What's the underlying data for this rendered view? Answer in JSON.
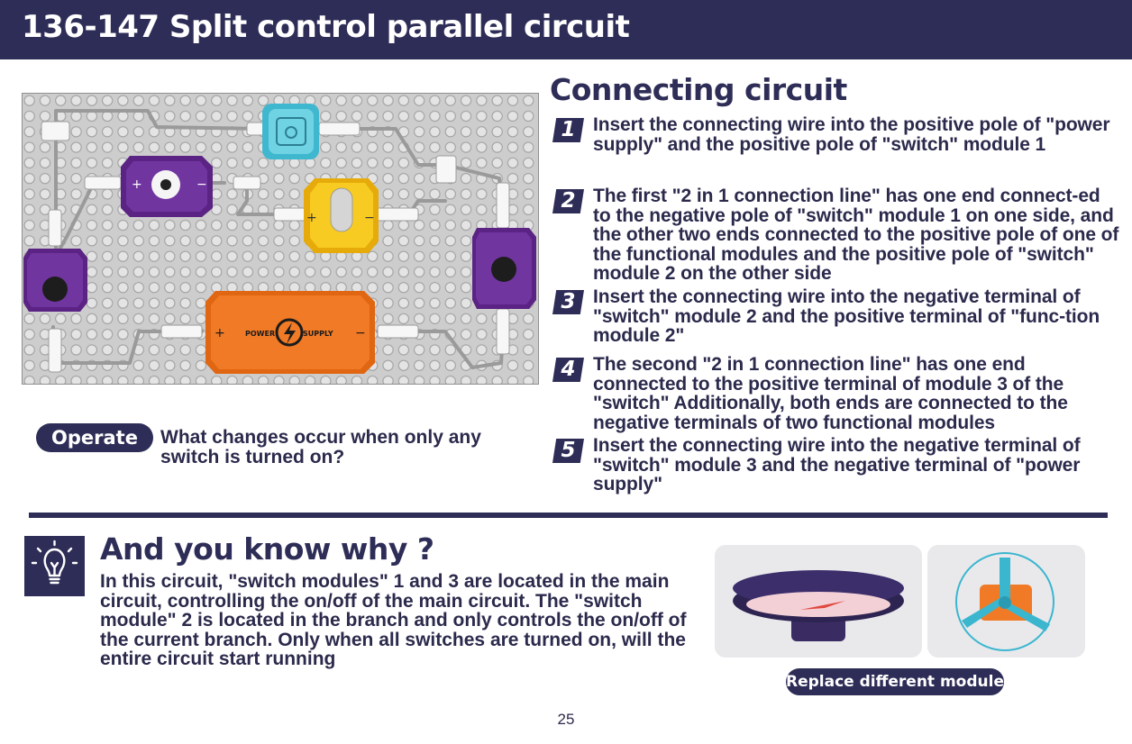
{
  "header": {
    "title": "136-147 Split control parallel circuit"
  },
  "board": {
    "colors": {
      "board": "#c8c8c8",
      "hole": "#bdbdbd",
      "purple": "#6a2d91",
      "yellow": "#f6c516",
      "cyan": "#4cc3d9",
      "orange": "#f07522",
      "wire": "#9a9a9a"
    },
    "power_label_left": "POWER",
    "power_label_right": "SUPPLY",
    "plus": "+",
    "minus": "−"
  },
  "connecting": {
    "title": "Connecting circuit",
    "steps": [
      {
        "num": "1",
        "text": "Insert the connecting wire into the positive pole of \"power supply\" and the positive pole of \"switch\" module 1"
      },
      {
        "num": "2",
        "text": "The first \"2 in 1 connection line\" has one end connect-ed to the negative pole of \"switch\" module 1 on one side, and the other two ends connected to the positive pole of one of the functional modules and the positive pole of \"switch\" module 2 on the other side"
      },
      {
        "num": "3",
        "text": "Insert the connecting wire into the negative terminal of \"switch\" module 2 and the positive terminal of \"func-tion module 2\""
      },
      {
        "num": "4",
        "text": "The second \"2 in 1 connection line\" has one end connected to the positive terminal of module 3 of the \"switch\" Additionally, both ends are connected to the negative terminals of two functional modules"
      },
      {
        "num": "5",
        "text": "Insert the connecting wire into the negative terminal of \"switch\" module 3 and the negative terminal of \"power supply\""
      }
    ]
  },
  "operate": {
    "label": "Operate",
    "question": "What changes occur when only any switch is turned on?"
  },
  "know_why": {
    "title": "And you know why ?",
    "body": "In this circuit, \"switch modules\" 1 and 3 are located in the main circuit, controlling the on/off of the main circuit. The \"switch module\" 2 is located in the branch and only controls the on/off of the current branch. Only when all switches are turned on, will the entire circuit start running",
    "icon": "lightbulb-icon"
  },
  "replace": {
    "label": "Replace different modules"
  },
  "page_number": "25"
}
